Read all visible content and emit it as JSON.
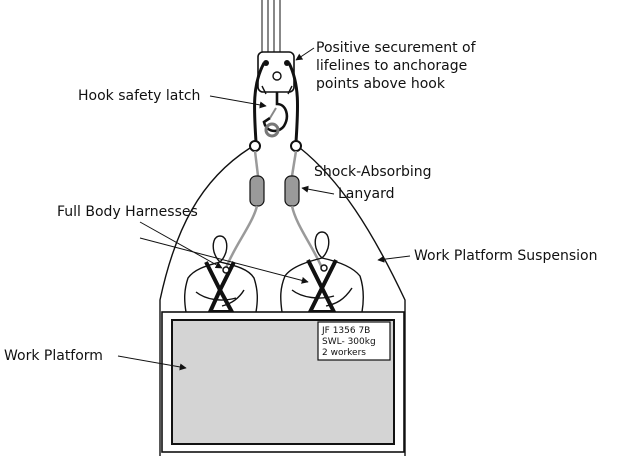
{
  "labels": {
    "anchorage": [
      "Positive securement of",
      "lifelines to anchorage",
      "points above hook"
    ],
    "hook_latch": "Hook safety latch",
    "lanyard": [
      "Shock-Absorbing",
      "Lanyard"
    ],
    "harness": "Full Body Harnesses",
    "suspension": "Work Platform Suspension",
    "platform": "Work Platform"
  },
  "plate": {
    "line1": "JF 1356 7B",
    "line2": "SWL- 300kg",
    "line3": "2 workers"
  },
  "colors": {
    "line": "#111111",
    "platform_fill": "#d4d4d4",
    "lanyard": "#9a9a9a",
    "harness": "#111111"
  }
}
